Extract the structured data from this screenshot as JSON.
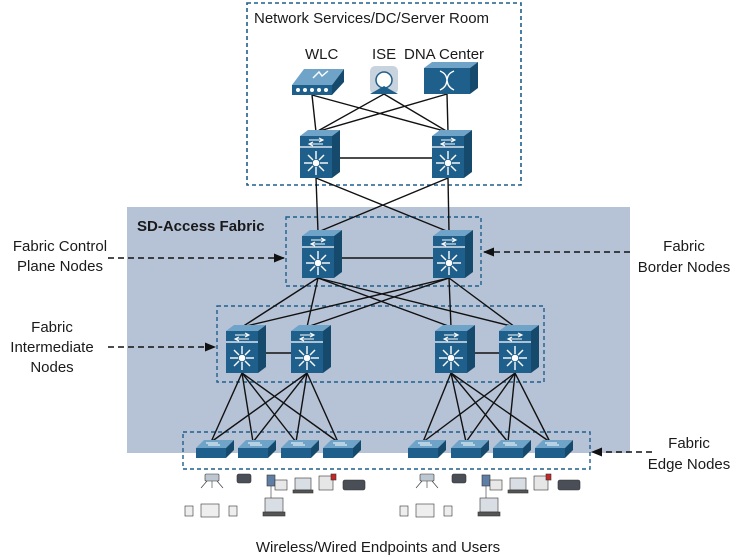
{
  "regions": {
    "services_box": "Network Services/DC/Server Room",
    "fabric_box": "SD-Access Fabric"
  },
  "services": {
    "wlc": "WLC",
    "ise": "ISE",
    "dna_center": "DNA Center"
  },
  "callouts": {
    "control_plane": [
      "Fabric Control",
      "Plane Nodes"
    ],
    "border": [
      "Fabric",
      "Border Nodes"
    ],
    "intermediate": [
      "Fabric",
      "Intermediate",
      "Nodes"
    ],
    "edge": [
      "Fabric",
      "Edge Nodes"
    ]
  },
  "footer": "Wireless/Wired Endpoints and Users",
  "colors": {
    "fabric_bg": "#b6c2d6",
    "device_blue": "#1f5f8b",
    "dash_blue": "#1f5f8b",
    "link": "#111111"
  },
  "icons": {
    "core_switch": "multilayer-switch-icon",
    "edge_switch": "access-switch-icon",
    "wlc": "wireless-lan-controller-icon",
    "ise": "ise-server-icon",
    "dna_center": "dna-center-icon",
    "endpoints": "endpoint-devices-icon"
  }
}
